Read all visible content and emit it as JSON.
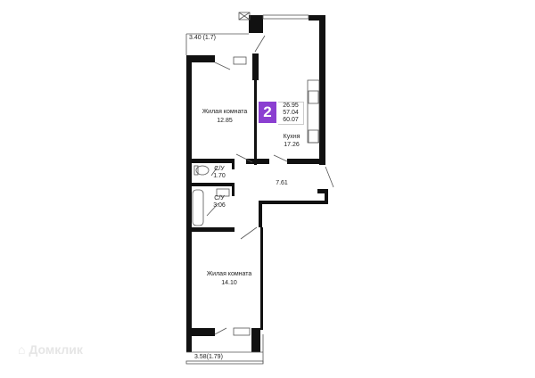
{
  "rooms": {
    "balcony_top": "3.40 (1.7)",
    "living1_name": "Жилая комната",
    "living1_area": "12.85",
    "kitchen_name": "Кухня",
    "kitchen_area": "17.26",
    "wc1_name": "С/У",
    "wc1_area": "1.70",
    "wc2_name": "С/У",
    "wc2_area": "3.06",
    "hall_area": "7.61",
    "living2_name": "Жилая комната",
    "living2_area": "14.10",
    "balcony_bottom": "3.58(1.79)"
  },
  "badge": {
    "rooms": "2",
    "living_area": "26.95",
    "total_area": "57.04",
    "overall_area": "60.07",
    "color": "#8b3fd1"
  },
  "watermark": "Домклик"
}
